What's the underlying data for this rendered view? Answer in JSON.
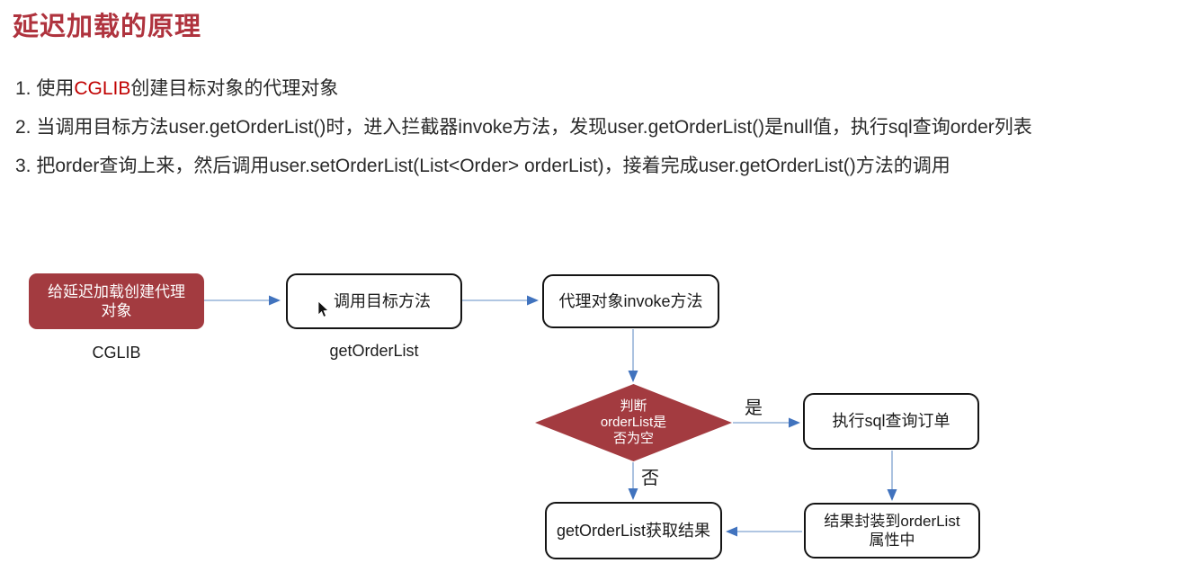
{
  "title": {
    "text": "延迟加载的原理",
    "color": "#AF333E"
  },
  "notes": {
    "line1_prefix": "1. 使用",
    "line1_highlight": "CGLIB",
    "line1_suffix": "创建目标对象的代理对象",
    "line2": "2. 当调用目标方法user.getOrderList()时，进入拦截器invoke方法，发现user.getOrderList()是null值，执行sql查询order列表",
    "line3": "3. 把order查询上来，然后调用user.setOrderList(List<Order> orderList)，接着完成user.getOrderList()方法的调用",
    "highlight_color": "#C00000"
  },
  "flowchart": {
    "colors": {
      "node_red": "#A33B40",
      "node_border": "#141414",
      "connector_line": "#96B3D9",
      "arrowhead": "#4173BE"
    },
    "nodes": {
      "start": {
        "label": "给延迟加载创建代理\n对象",
        "caption": "CGLIB"
      },
      "call": {
        "label": "调用目标方法",
        "caption": "getOrderList"
      },
      "invoke": {
        "label": "代理对象invoke方法"
      },
      "decision": {
        "label": "判断\norderList是\n否为空"
      },
      "sql": {
        "label": "执行sql查询订单"
      },
      "wrap": {
        "label": "结果封装到orderList\n属性中"
      },
      "result": {
        "label": "getOrderList获取结果"
      }
    },
    "edges": {
      "yes_label": "是",
      "no_label": "否"
    }
  }
}
